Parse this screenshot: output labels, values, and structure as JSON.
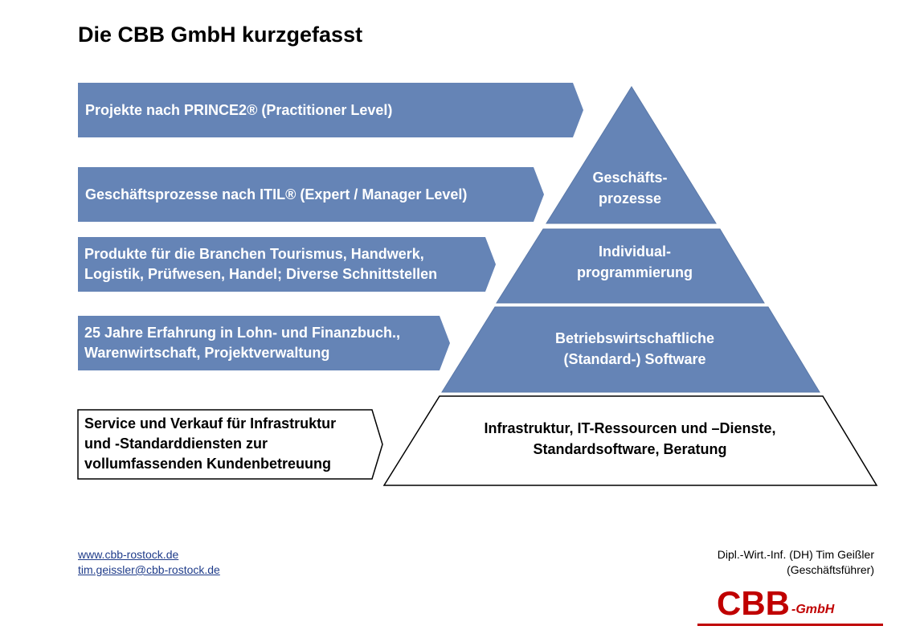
{
  "title": "Die CBB GmbH kurzgefasst",
  "colors": {
    "block_fill": "#6584b6",
    "block_stroke": "#5a78a8",
    "text_on_block": "#ffffff",
    "logo_red": "#c00000",
    "link": "#1f3c8a"
  },
  "arrows": [
    {
      "lines": [
        "Projekte nach PRINCE2® (Practitioner Level)"
      ]
    },
    {
      "lines": [
        "Geschäftsprozesse nach ITIL® (Expert / Manager Level)"
      ]
    },
    {
      "lines": [
        "Produkte für die Branchen Tourismus, Handwerk,",
        "Logistik, Prüfwesen, Handel; Diverse Schnittstellen"
      ]
    },
    {
      "lines": [
        "25 Jahre Erfahrung in Lohn- und Finanzbuch.,",
        "Warenwirtschaft, Projektverwaltung"
      ]
    },
    {
      "lines": [
        "Service und Verkauf für Infrastruktur",
        "und -Standarddiensten zur",
        "vollumfassenden Kundenbetreuung"
      ]
    }
  ],
  "pyramid": [
    {
      "lines": [
        "Geschäfts-",
        "prozesse"
      ]
    },
    {
      "lines": [
        "Individual-",
        "programmierung"
      ]
    },
    {
      "lines": [
        "Betriebswirtschaftliche",
        "(Standard-) Software"
      ]
    },
    {
      "lines": [
        "Infrastruktur, IT-Ressourcen und –Dienste,",
        "Standardsoftware, Beratung"
      ]
    }
  ],
  "footer": {
    "website": "www.cbb-rostock.de",
    "email": "tim.geissler@cbb-rostock.de",
    "person": "Dipl.-Wirt.-Inf. (DH) Tim Geißler",
    "role": "(Geschäftsführer)"
  },
  "logo": {
    "text": "CBB",
    "suffix": "-GmbH"
  }
}
